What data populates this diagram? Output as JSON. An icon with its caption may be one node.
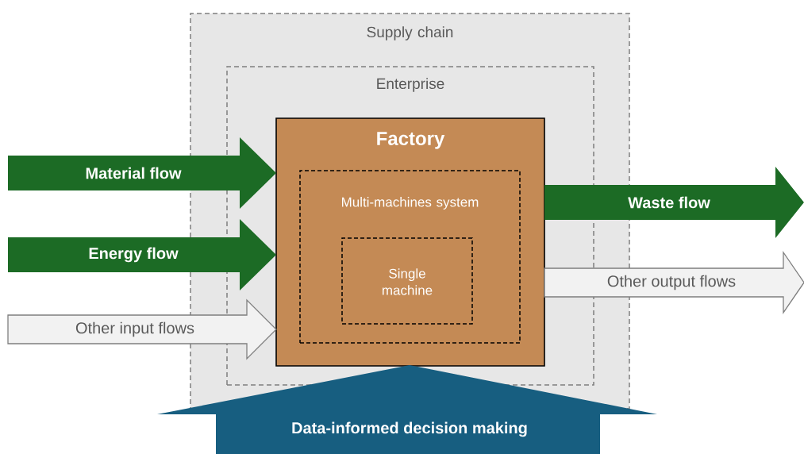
{
  "diagram": {
    "nodes": [
      {
        "text": [
          "Supply chain"
        ]
      },
      {
        "text": [
          "Enterprise"
        ],
        "in": 0
      },
      {
        "text": [
          "Factory"
        ],
        "in": 1
      },
      {
        "text": [
          "Multi-machines system"
        ],
        "in": 2
      },
      {
        "text": [
          "Single machine"
        ],
        "in": 3
      },
      {
        "text": [
          "Material flow"
        ]
      },
      {
        "text": [
          "Energy flow"
        ]
      },
      {
        "text": [
          "Other input flows"
        ]
      },
      {
        "text": [
          "Waste flow"
        ]
      },
      {
        "text": [
          "Other output flows"
        ]
      },
      {
        "text": [
          "Data-informed decision making"
        ]
      }
    ]
  }
}
